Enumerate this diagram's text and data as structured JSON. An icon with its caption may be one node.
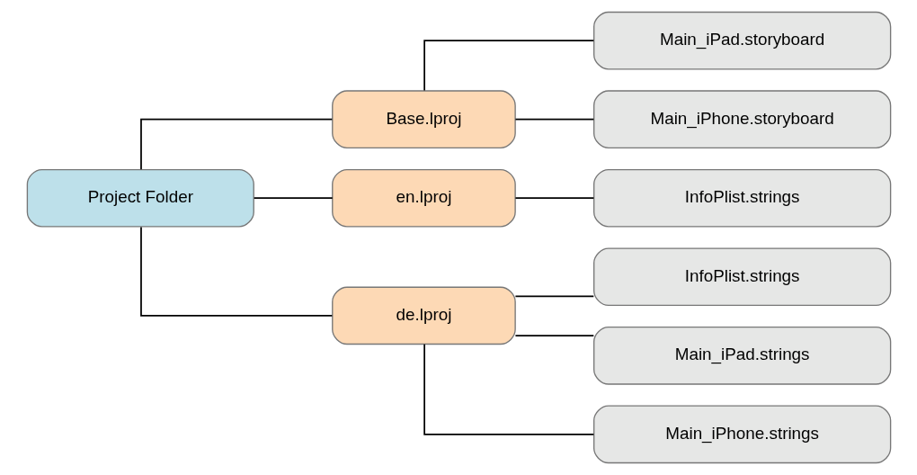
{
  "diagram": {
    "nodes": [
      {
        "text": [
          "Project Folder"
        ]
      },
      {
        "text": [
          "Base.lproj"
        ]
      },
      {
        "text": [
          "Main_iPad.storyboard"
        ]
      },
      {
        "text": [
          "Main_iPhone.storyboard"
        ]
      },
      {
        "text": [
          "en.lproj"
        ]
      },
      {
        "text": [
          "InfoPlist.strings"
        ]
      },
      {
        "text": [
          "de.lproj"
        ]
      },
      {
        "text": [
          "InfoPlist.strings"
        ]
      },
      {
        "text": [
          "Main_iPad.strings"
        ]
      },
      {
        "text": [
          "Main_iPhone.strings"
        ]
      }
    ],
    "edges": [
      {
        "from": 0,
        "to": 1,
        "arrow": "none"
      },
      {
        "from": 0,
        "to": 4,
        "arrow": "none"
      },
      {
        "from": 0,
        "to": 6,
        "arrow": "none"
      },
      {
        "from": 1,
        "to": 2,
        "arrow": "none"
      },
      {
        "from": 1,
        "to": 3,
        "arrow": "none"
      },
      {
        "from": 4,
        "to": 5,
        "arrow": "none"
      },
      {
        "from": 6,
        "to": 7,
        "arrow": "none"
      },
      {
        "from": 6,
        "to": 8,
        "arrow": "none"
      },
      {
        "from": 6,
        "to": 9,
        "arrow": "none"
      }
    ]
  }
}
